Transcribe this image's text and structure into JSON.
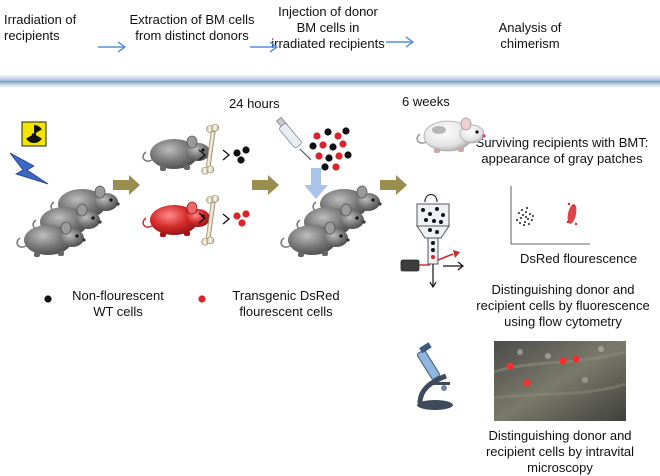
{
  "header": {
    "steps": [
      {
        "label": "Irradiation of recipients"
      },
      {
        "label": "Extraction of BM cells from distinct donors"
      },
      {
        "label": "Injection of donor BM cells in irradiated recipients"
      },
      {
        "label": "Analysis of chimerism"
      }
    ]
  },
  "timeline": {
    "t1": "24 hours",
    "t2": "6 weeks"
  },
  "legend": {
    "black": {
      "label": "Non-flourescent WT cells",
      "color": "#111111"
    },
    "red": {
      "label": "Transgenic DsRed flourescent cells",
      "color": "#d8242a"
    }
  },
  "analysis": {
    "bmt": "Surviving recipients with BMT: appearance of gray patches",
    "dsred": "DsRed flourescence",
    "flow": "Distinguishing donor and recipient cells by fluorescence using flow cytometry",
    "microscopy": "Distinguishing donor and recipient cells by intravital microscopy"
  },
  "colors": {
    "arrow_blue": "#5b8fd6",
    "arrow_olive": "#9a8e4f",
    "mouse_gray": "#6f6f6f",
    "mouse_red": "#d42a2a",
    "radiation_yellow": "#f3e500",
    "lightning_blue": "#3d66c5"
  },
  "icons": [
    "radiation-icon",
    "lightning-icon",
    "mouse-icon",
    "bone-icon",
    "syringe-icon",
    "flow-cytometer-icon",
    "microscope-icon"
  ]
}
